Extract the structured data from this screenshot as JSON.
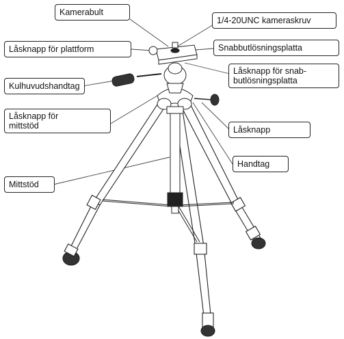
{
  "labels": {
    "kamerabult": "Kamerabult",
    "kameraskruv": "1/4-20UNC kameraskruv",
    "plattform_lock": "Låsknapp för plattform",
    "quick_plate": "Snabbutlösningsplatta",
    "ball_handle": "Kulhuvudshandtag",
    "quick_lock_line1": "Låsknapp för snab-",
    "quick_lock_line2": "butlösningsplatta",
    "center_lock_line1": "Låsknapp för",
    "center_lock_line2": "mittstöd",
    "lock_knob": "Låsknapp",
    "handle": "Handtag",
    "center_column": "Mittstöd"
  }
}
